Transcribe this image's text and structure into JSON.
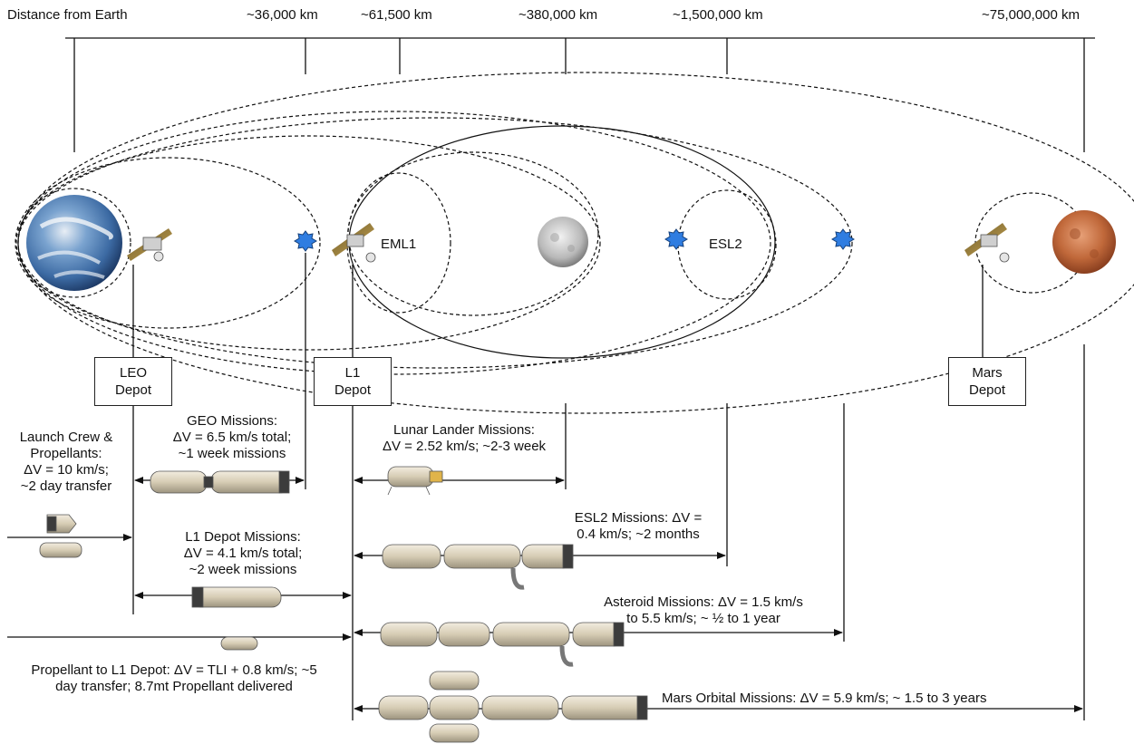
{
  "header": {
    "axis_title": "Distance from Earth",
    "distances": [
      "~36,000 km",
      "~61,500 km",
      "~380,000 km",
      "~1,500,000 km",
      "~75,000,000 km"
    ]
  },
  "locations": {
    "eml1": "EML1",
    "esl2": "ESL2"
  },
  "depots": {
    "leo": [
      "LEO",
      "Depot"
    ],
    "l1": [
      "L1",
      "Depot"
    ],
    "mars": [
      "Mars",
      "Depot"
    ]
  },
  "missions": {
    "launch": [
      "Launch Crew &",
      "Propellants:",
      "ΔV = 10 km/s;",
      "~2 day transfer"
    ],
    "geo": [
      "GEO Missions:",
      "ΔV = 6.5 km/s total;",
      "~1 week missions"
    ],
    "lunar": [
      "Lunar Lander Missions:",
      "ΔV = 2.52 km/s; ~2-3 week"
    ],
    "esl2": [
      "ESL2 Missions:  ΔV =",
      "0.4 km/s; ~2 months"
    ],
    "l1_depot": [
      "L1 Depot Missions:",
      "ΔV = 4.1 km/s total;",
      "~2 week missions"
    ],
    "asteroid": [
      "Asteroid Missions:  ΔV = 1.5 km/s",
      "to 5.5 km/s;  ~ ½ to 1 year"
    ],
    "propellant": [
      "Propellant to L1 Depot:  ΔV = TLI + 0.8 km/s; ~5",
      "day transfer; 8.7mt Propellant delivered"
    ],
    "mars_orbital": "Mars Orbital Missions:  ΔV = 5.9 km/s; ~ 1.5 to 3 years"
  },
  "colors": {
    "earth_blue": "#4a7fb5",
    "moon_grey": "#bdbdbd",
    "mars_orange": "#c0683a",
    "lagrange_marker": "#2f7de1",
    "stage_body": "#d9cfb8",
    "stage_cap": "#3c3c3c"
  }
}
